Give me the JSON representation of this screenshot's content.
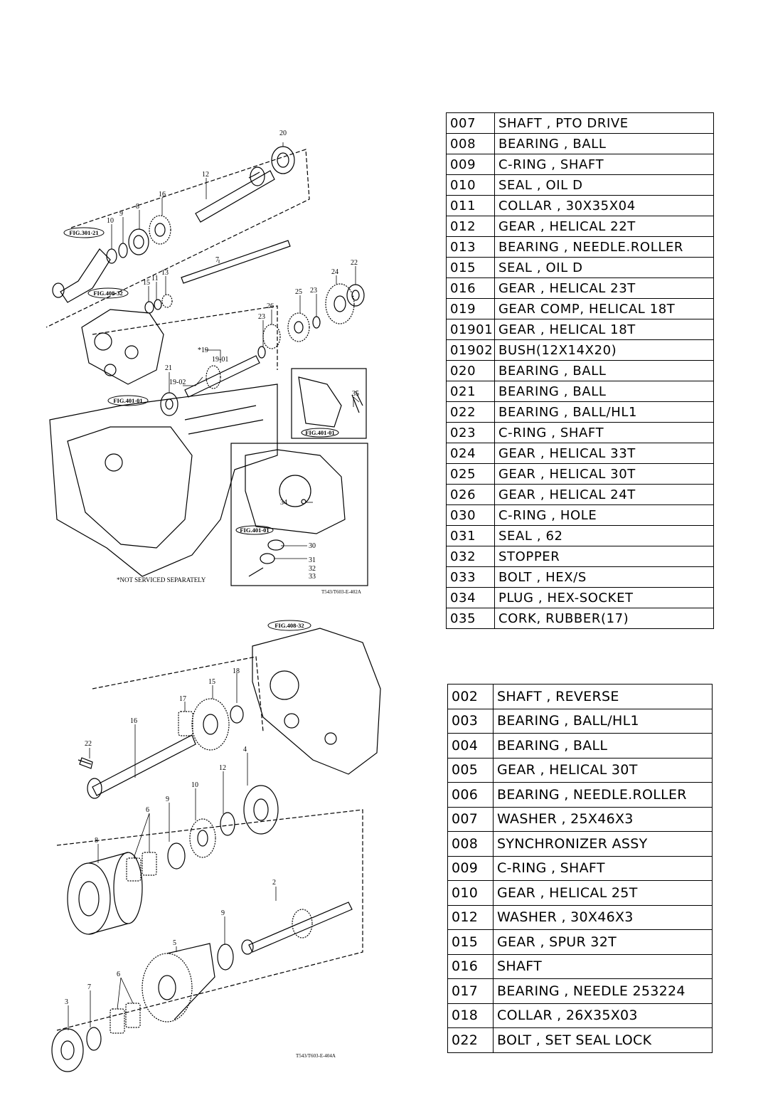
{
  "diagram_top": {
    "callouts": [
      "20",
      "12",
      "16",
      "8",
      "9",
      "10",
      "7",
      "22",
      "24",
      "15",
      "11",
      "13",
      "23",
      "25",
      "26",
      "23",
      "*19",
      "19-01",
      "21",
      "19-02",
      "35",
      "34",
      "30",
      "31",
      "32",
      "33"
    ],
    "refs": [
      "FIG.301-21",
      "FIG.408-32",
      "FIG.401-01",
      "FIG.401-01",
      "FIG.401-01"
    ],
    "note": "*NOT SERVICED SEPARATELY",
    "drawing_no": "T543/T603-E-402A"
  },
  "diagram_bottom": {
    "callouts": [
      "18",
      "15",
      "17",
      "16",
      "22",
      "4",
      "12",
      "10",
      "9",
      "6",
      "8",
      "2",
      "9",
      "5",
      "6",
      "7",
      "3"
    ],
    "refs": [
      "FIG.408-32"
    ],
    "drawing_no": "T543/T603-E-404A"
  },
  "table1": [
    {
      "code": "007",
      "desc": "SHAFT , PTO DRIVE"
    },
    {
      "code": "008",
      "desc": "BEARING , BALL"
    },
    {
      "code": "009",
      "desc": "C-RING , SHAFT"
    },
    {
      "code": "010",
      "desc": "SEAL , OIL D"
    },
    {
      "code": "011",
      "desc": "COLLAR , 30X35X04"
    },
    {
      "code": "012",
      "desc": "GEAR , HELICAL 22T"
    },
    {
      "code": "013",
      "desc": "BEARING , NEEDLE.ROLLER"
    },
    {
      "code": "015",
      "desc": "SEAL , OIL D"
    },
    {
      "code": "016",
      "desc": "GEAR , HELICAL 23T"
    },
    {
      "code": "019",
      "desc": "GEAR COMP, HELICAL 18T"
    },
    {
      "code": "01901",
      "desc": "GEAR , HELICAL 18T"
    },
    {
      "code": "01902",
      "desc": "BUSH(12X14X20)"
    },
    {
      "code": "020",
      "desc": "BEARING , BALL"
    },
    {
      "code": "021",
      "desc": "BEARING , BALL"
    },
    {
      "code": "022",
      "desc": "BEARING , BALL/HL1"
    },
    {
      "code": "023",
      "desc": "C-RING , SHAFT"
    },
    {
      "code": "024",
      "desc": "GEAR , HELICAL 33T"
    },
    {
      "code": "025",
      "desc": "GEAR , HELICAL 30T"
    },
    {
      "code": "026",
      "desc": "GEAR , HELICAL 24T"
    },
    {
      "code": "030",
      "desc": "C-RING , HOLE"
    },
    {
      "code": "031",
      "desc": "SEAL , 62"
    },
    {
      "code": "032",
      "desc": "STOPPER"
    },
    {
      "code": "033",
      "desc": "BOLT , HEX/S"
    },
    {
      "code": "034",
      "desc": "PLUG , HEX-SOCKET"
    },
    {
      "code": "035",
      "desc": "CORK, RUBBER(17)"
    }
  ],
  "table2": [
    {
      "code": "002",
      "desc": "SHAFT , REVERSE"
    },
    {
      "code": "003",
      "desc": "BEARING , BALL/HL1"
    },
    {
      "code": "004",
      "desc": "BEARING , BALL"
    },
    {
      "code": "005",
      "desc": "GEAR , HELICAL 30T"
    },
    {
      "code": "006",
      "desc": "BEARING , NEEDLE.ROLLER"
    },
    {
      "code": "007",
      "desc": "WASHER , 25X46X3"
    },
    {
      "code": "008",
      "desc": "SYNCHRONIZER ASSY"
    },
    {
      "code": "009",
      "desc": "C-RING , SHAFT"
    },
    {
      "code": "010",
      "desc": "GEAR , HELICAL 25T"
    },
    {
      "code": "012",
      "desc": "WASHER , 30X46X3"
    },
    {
      "code": "015",
      "desc": "GEAR , SPUR 32T"
    },
    {
      "code": "016",
      "desc": "SHAFT"
    },
    {
      "code": "017",
      "desc": "BEARING , NEEDLE 253224"
    },
    {
      "code": "018",
      "desc": "COLLAR , 26X35X03"
    },
    {
      "code": "022",
      "desc": "BOLT , SET SEAL LOCK"
    }
  ]
}
